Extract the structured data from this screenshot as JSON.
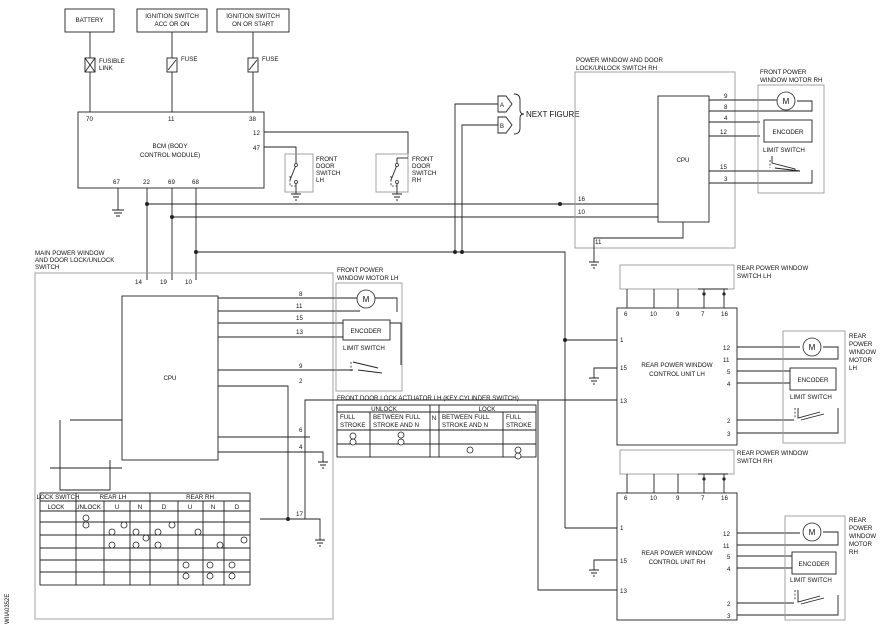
{
  "sources": {
    "battery": "BATTERY",
    "ign_acc_1": "IGNITION SWITCH",
    "ign_acc_2": "ACC OR ON",
    "ign_on_1": "IGNITION SWITCH",
    "ign_on_2": "ON OR START",
    "fusible_1": "FUSIBLE",
    "fusible_2": "LINK",
    "fuse_1": "FUSE",
    "fuse_2": "FUSE"
  },
  "bcm": {
    "title_1": "BCM (BODY",
    "title_2": "CONTROL MODULE)",
    "pins": {
      "p70": "70",
      "p11": "11",
      "p38": "38",
      "p12": "12",
      "p47": "47",
      "p67": "67",
      "p22": "22",
      "p69": "69",
      "p68": "68"
    }
  },
  "door_switch_lh": [
    "FRONT",
    "DOOR",
    "SWITCH",
    "LH"
  ],
  "door_switch_rh": [
    "FRONT",
    "DOOR",
    "SWITCH",
    "RH"
  ],
  "next_figure": {
    "a": "A",
    "b": "B",
    "label": "NEXT FIGURE"
  },
  "rh_switch": {
    "title_1": "POWER WINDOW AND DOOR",
    "title_2": "LOCK/UNLOCK SWITCH RH",
    "cpu": "CPU",
    "pins": {
      "p9": "9",
      "p8": "8",
      "p4": "4",
      "p12": "12",
      "p15": "15",
      "p3": "3",
      "p16": "16",
      "p10": "10",
      "p11": "11"
    }
  },
  "front_motor_rh": {
    "title_1": "FRONT POWER",
    "title_2": "WINDOW MOTOR RH",
    "motor": "M",
    "encoder": "ENCODER",
    "limit": "LIMIT SWITCH"
  },
  "main_switch": {
    "title_1": "MAIN POWER WINDOW",
    "title_2": "AND DOOR LOCK/UNLOCK",
    "title_3": "SWITCH",
    "cpu": "CPU",
    "pins": {
      "p14": "14",
      "p19": "19",
      "p10": "10",
      "p8": "8",
      "p11": "11",
      "p15": "15",
      "p13": "13",
      "p9": "9",
      "p2": "2",
      "p6": "6",
      "p4": "4",
      "p17": "17"
    }
  },
  "front_motor_lh": {
    "title_1": "FRONT POWER",
    "title_2": "WINDOW MOTOR LH",
    "motor": "M",
    "encoder": "ENCODER",
    "limit": "LIMIT SWITCH"
  },
  "lock_actuator": {
    "title": "FRONT DOOR LOCK ACTUATOR LH (KEY CYLINDER SWITCH)",
    "unlock": "UNLOCK",
    "lock": "LOCK",
    "n": "N",
    "full_1": "FULL",
    "full_2": "STROKE",
    "between_1": "BETWEEN FULL",
    "between_2": "STROKE AND N",
    "between2_1": "BETWEEN FULL",
    "between2_2": "STROKE AND N",
    "full2_1": "FULL",
    "full2_2": "STROKE"
  },
  "switch_table": {
    "lock_switch": "LOCK SWITCH",
    "rear_lh": "REAR LH",
    "rear_rh": "REAR RH",
    "lock": "LOCK",
    "unlock": "UNLOCK",
    "u1": "U",
    "n1": "N",
    "d1": "D",
    "u2": "U",
    "n2": "N",
    "d2": "D"
  },
  "rear_switch_lh": {
    "title_1": "REAR POWER WINDOW",
    "title_2": "SWITCH LH"
  },
  "rear_unit_lh": {
    "title_1": "REAR POWER WINDOW",
    "title_2": "CONTROL UNIT LH",
    "pins": {
      "p6": "6",
      "p10": "10",
      "p9": "9",
      "p7": "7",
      "p16": "16",
      "p1": "1",
      "p15": "15",
      "p13": "13",
      "p12": "12",
      "p11": "11",
      "p5": "5",
      "p4": "4",
      "p2": "2",
      "p3": "3"
    }
  },
  "rear_motor_lh": {
    "title_1": "REAR",
    "title_2": "POWER",
    "title_3": "WINDOW",
    "title_4": "MOTOR",
    "title_5": "LH",
    "motor": "M",
    "encoder": "ENCODER",
    "limit": "LIMIT SWITCH"
  },
  "rear_switch_rh": {
    "title_1": "REAR POWER WINDOW",
    "title_2": "SWITCH RH"
  },
  "rear_unit_rh": {
    "title_1": "REAR POWER WINDOW",
    "title_2": "CONTROL UNIT RH",
    "pins": {
      "p6": "6",
      "p10": "10",
      "p9": "9",
      "p7": "7",
      "p16": "16",
      "p1": "1",
      "p15": "15",
      "p13": "13",
      "p12": "12",
      "p11": "11",
      "p5": "5",
      "p4": "4",
      "p2": "2",
      "p3": "3"
    }
  },
  "rear_motor_rh": {
    "title_1": "REAR",
    "title_2": "POWER",
    "title_3": "WINDOW",
    "title_4": "MOTOR",
    "title_5": "RH",
    "motor": "M",
    "encoder": "ENCODER",
    "limit": "LIMIT SWITCH"
  },
  "figure_code": "WIIA0352E"
}
